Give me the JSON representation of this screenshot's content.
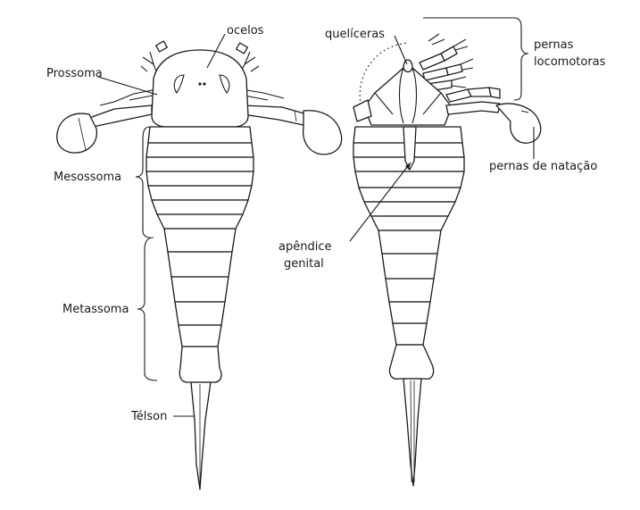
{
  "labels": {
    "ocelos": "ocelos",
    "prossoma": "Prossoma",
    "mesossoma": "Mesossoma",
    "metassoma": "Metassoma",
    "telson": "Télson",
    "queliceras": "quelíceras",
    "pernas_locomotoras_1": "pernas",
    "pernas_locomotoras_2": "locomotoras",
    "pernas_natacao": "pernas de natação",
    "apendice_genital_1": "apêndice",
    "apendice_genital_2": "genital"
  },
  "colors": {
    "ink": "#1a1a1a",
    "background": "#ffffff"
  }
}
